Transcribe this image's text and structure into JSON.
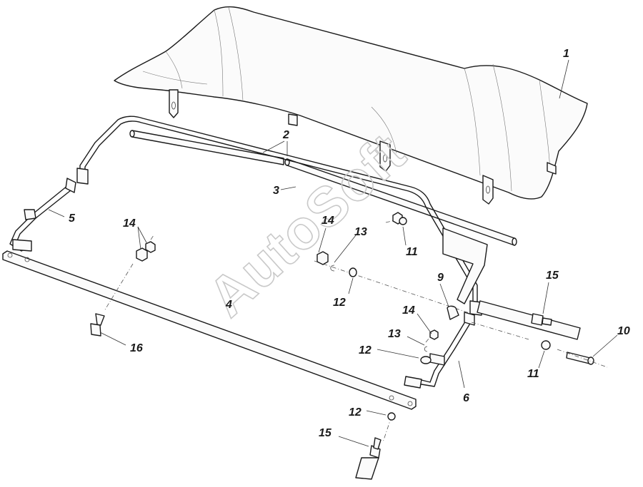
{
  "watermark": "AutoSoft",
  "callouts": [
    {
      "id": "c1",
      "label": "1"
    },
    {
      "id": "c2",
      "label": "2"
    },
    {
      "id": "c3",
      "label": "3"
    },
    {
      "id": "c4",
      "label": "4"
    },
    {
      "id": "c5",
      "label": "5"
    },
    {
      "id": "c6",
      "label": "6"
    },
    {
      "id": "c9",
      "label": "9"
    },
    {
      "id": "c10",
      "label": "10"
    },
    {
      "id": "c11a",
      "label": "11"
    },
    {
      "id": "c11b",
      "label": "11"
    },
    {
      "id": "c12a",
      "label": "12"
    },
    {
      "id": "c12b",
      "label": "12"
    },
    {
      "id": "c12c",
      "label": "12"
    },
    {
      "id": "c13a",
      "label": "13"
    },
    {
      "id": "c13b",
      "label": "13"
    },
    {
      "id": "c14a",
      "label": "14"
    },
    {
      "id": "c14b",
      "label": "14"
    },
    {
      "id": "c14c",
      "label": "14"
    },
    {
      "id": "c15a",
      "label": "15"
    },
    {
      "id": "c15b",
      "label": "15"
    },
    {
      "id": "c16",
      "label": "16"
    }
  ]
}
